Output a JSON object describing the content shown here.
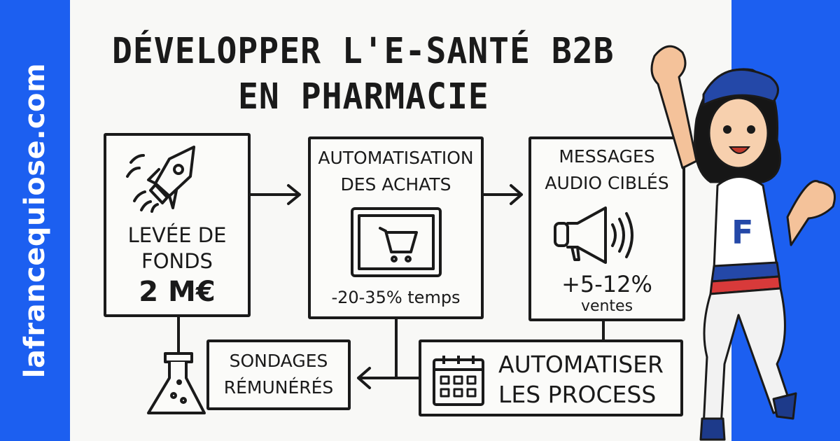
{
  "site": "lafrancequiose.com",
  "title": {
    "line1": "DÉVELOPPER  L'E-SANTÉ B2B",
    "line2": "EN PHARMACIE"
  },
  "boxes": {
    "funding": {
      "line1": "LEVÉE DE",
      "line2": "FONDS",
      "amount": "2 M€",
      "icon": "rocket-icon"
    },
    "purchasing": {
      "line1": "AUTOMATISATION",
      "line2": "DES ACHATS",
      "stat": "-20-35% temps",
      "icon": "shopping-cart-icon"
    },
    "audio": {
      "line1": "MESSAGES",
      "line2": "AUDIO CIBLÉS",
      "stat": "+5-12%",
      "stat_sub": "ventes",
      "icon": "megaphone-icon"
    },
    "surveys": {
      "line1": "SONDAGES",
      "line2": "RÉMUNÉRÉS",
      "icon": "flask-icon"
    },
    "process": {
      "line1": "AUTOMATISER",
      "line2": "LES PROCESS",
      "icon": "calendar-icon"
    }
  },
  "mascot": {
    "shirt_letter": "F"
  },
  "colors": {
    "brand_blue": "#1c5ff0",
    "background": "#f8f8f6",
    "ink": "#1a1a1a"
  }
}
